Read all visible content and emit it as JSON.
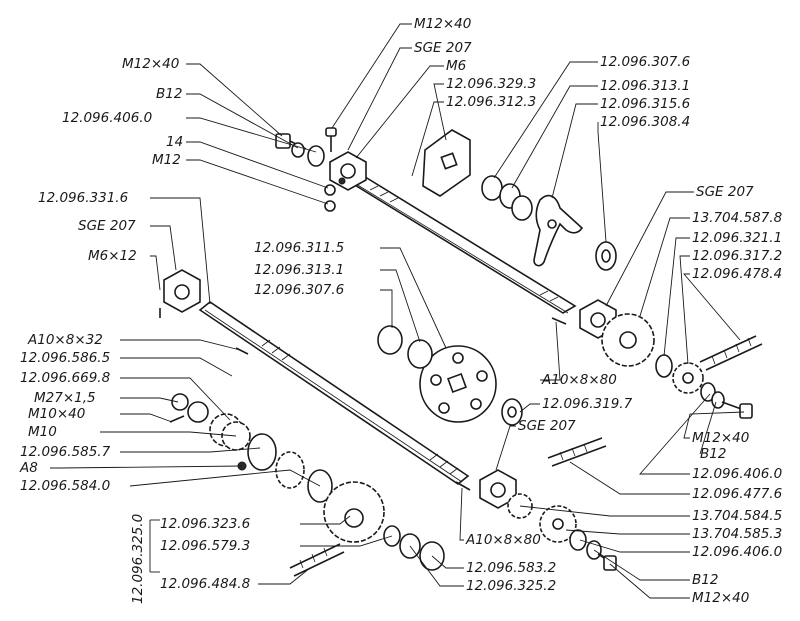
{
  "labels": {
    "m12x40_top": "M12×40",
    "sge207_top": "SGE 207",
    "m6": "M6",
    "p329_3": "12.096.329.3",
    "p312_3": "12.096.312.3",
    "m12x40_left": "M12×40",
    "b12_top": "B12",
    "p406_0_top": "12.096.406.0",
    "n14": "14",
    "m12_top": "M12",
    "p307_6_top": "12.096.307.6",
    "p313_1_top": "12.096.313.1",
    "p315_6": "12.096.315.6",
    "p308_4": "12.096.308.4",
    "p331_6": "12.096.331.6",
    "sge207_left": "SGE 207",
    "m6x12": "M6×12",
    "p311_5": "12.096.311.5",
    "p313_1_mid": "12.096.313.1",
    "p307_6_mid": "12.096.307.6",
    "sge207_right": "SGE 207",
    "p13_587_8": "13.704.587.8",
    "p321_1": "12.096.321.1",
    "p317_2": "12.096.317.2",
    "p478_4": "12.096.478.4",
    "a10x8x32": "A10×8×32",
    "p586_5": "12.096.586.5",
    "p669_8": "12.096.669.8",
    "m27x1_5": "M27×1,5",
    "m10x40": "M10×40",
    "m10": "M10",
    "p585_7": "12.096.585.7",
    "a8": "A8",
    "p584_0": "12.096.584.0",
    "a10x8x80_mid": "A10×8×80",
    "p319_7": "12.096.319.7",
    "sge207_mid": "SGE 207",
    "m12x40_right": "M12×40",
    "b12_right": "B12",
    "p406_0_mid": "12.096.406.0",
    "p477_6": "12.096.477.6",
    "p13_584_5": "13.704.584.5",
    "p13_585_3": "13.704.585.3",
    "p406_0_bot": "12.096.406.0",
    "b12_bot": "B12",
    "m12x40_bot": "M12×40",
    "p325_0": "12.096.325.0",
    "p323_6": "12.096.323.6",
    "p579_3": "12.096.579.3",
    "p484_8": "12.096.484.8",
    "a10x8x80_bot": "A10×8×80",
    "p583_2": "12.096.583.2",
    "p325_2": "12.096.325.2"
  }
}
